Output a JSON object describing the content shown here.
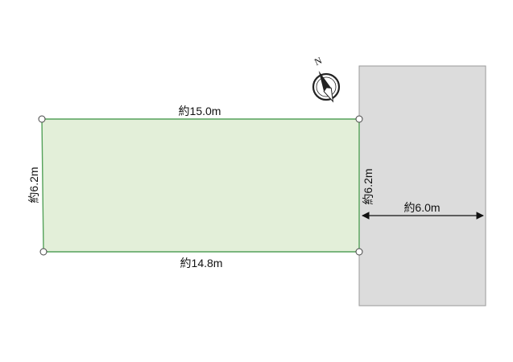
{
  "plot": {
    "label_top": "約15.0m",
    "label_bottom": "約14.8m",
    "label_left": "約6.2m",
    "label_right": "約6.2m",
    "fill_color": "#e3efd9",
    "edge_color": "#55a25a"
  },
  "road": {
    "label_width": "約6.0m",
    "fill_color": "#dcdcdc"
  },
  "compass": {
    "north_label": "N"
  }
}
